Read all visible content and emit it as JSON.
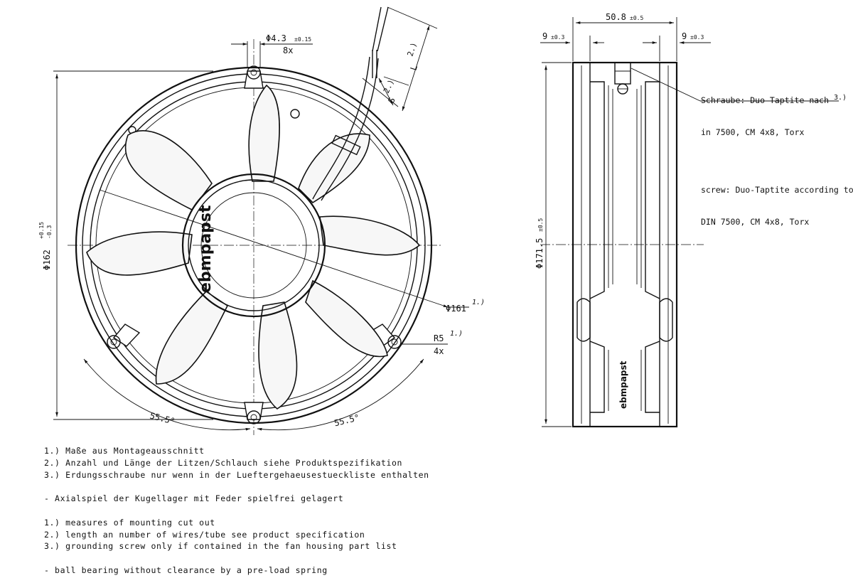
{
  "front_view": {
    "brand": "ebmpapst",
    "dim_hole_diameter": "Φ4.3",
    "dim_hole_tolerance": "±0.15",
    "dim_hole_count": "8x",
    "dim_outer_diameter": "Φ162",
    "dim_outer_tol_upper": "+0.15",
    "dim_outer_tol_lower": "-0.3",
    "dim_cutout_diameter": "Φ161",
    "dim_cutout_note": "1.)",
    "dim_radius": "R5",
    "dim_radius_note": "1.)",
    "dim_radius_count": "4x",
    "dim_wire_note": "2.)",
    "dim_wire_length": "L",
    "dim_tube_note": "2.)",
    "dim_tube_length": "S",
    "angle_left": "55.5°",
    "angle_right": "55.5°"
  },
  "side_view": {
    "brand": "ebmpapst",
    "dim_width": "50.8",
    "dim_width_tol": "±0.5",
    "dim_left_flange": "9",
    "dim_left_flange_tol": "±0.3",
    "dim_right_flange": "9",
    "dim_right_flange_tol": "±0.3",
    "dim_height": "Φ171.5",
    "dim_height_tol": "±0.5",
    "screw_note_ref": "3.)",
    "screw_note_de_1": "Schraube: Duo-Taptite nach",
    "screw_note_de_2": "in 7500, CM 4x8, Torx",
    "screw_note_en_1": "screw: Duo-Taptite according to",
    "screw_note_en_2": "DIN 7500, CM 4x8, Torx"
  },
  "notes": {
    "de_1": "1.) Maße aus Montageausschnitt",
    "de_2": "2.) Anzahl und Länge der Litzen/Schlauch siehe Produktspezifikation",
    "de_3": "3.) Erdungsschraube nur wenn in der Lueftergehaeusestueckliste enthalten",
    "de_4": "- Axialspiel der Kugellager mit Feder spielfrei gelagert",
    "en_1": "1.) measures of mounting cut out",
    "en_2": "2.) length an number of wires/tube see product specification",
    "en_3": "3.) grounding screw only if contained in the fan housing part list",
    "en_4": "- ball bearing without clearance by a pre-load spring"
  }
}
